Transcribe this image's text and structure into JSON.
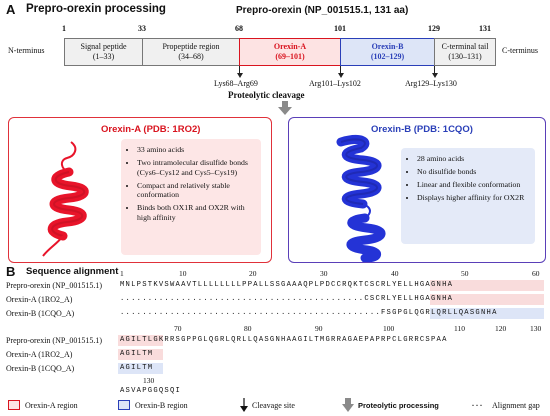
{
  "panel_a": {
    "letter": "A",
    "title": "Prepro-orexin processing",
    "protein_label": "Prepro-orexin (NP_001515.1, 131 aa)",
    "n_terminus": "N-terminus",
    "c_terminus": "C-terminus",
    "ticks": [
      "1",
      "33",
      "68",
      "101",
      "129",
      "131"
    ],
    "segments": [
      {
        "name": "Signal peptide",
        "range": "(1–33)"
      },
      {
        "name": "Propeptide region",
        "range": "(34–68)"
      },
      {
        "name": "Orexin-A",
        "range": "(69–101)"
      },
      {
        "name": "Orexin-B",
        "range": "(102–129)"
      },
      {
        "name": "C-terminal tail",
        "range": "(130–131)"
      }
    ],
    "cleavage_sites": [
      "Lys68–Arg69",
      "Arg101–Lys102",
      "Arg129–Lys130"
    ],
    "processing_label": "Proteolytic cleavage",
    "orexin_a": {
      "title": "Orexin-A (PDB: 1RO2)",
      "facts": [
        "33 amino acids",
        "Two intramolecular disulfide bonds (Cys6–Cys12 and Cys5–Cys19)",
        "Compact and relatively stable conformation",
        "Binds both OX1R and OX2R with high affinity"
      ]
    },
    "orexin_b": {
      "title": "Orexin-B (PDB: 1CQO)",
      "facts": [
        "28 amino acids",
        "No disulfide bonds",
        "Linear and flexible conformation",
        "Displays higher affinity for OX2R"
      ]
    },
    "colors": {
      "orexin_a": "#d9141f",
      "orexin_a_fill": "#fde6e6",
      "orexin_b": "#2a3fb8",
      "orexin_b_fill": "#e4eaf8",
      "helix_a": "#e8142a",
      "helix_b": "#2433d6"
    }
  },
  "panel_b": {
    "letter": "B",
    "title": "Sequence alignment",
    "block1": {
      "numbers": [
        "1",
        "10",
        "20",
        "30",
        "40",
        "50",
        "60"
      ],
      "rows": [
        {
          "name": "Prepro-orexin (NP_001515.1)",
          "seq": "MNLPSTKVSWAAVTLLLLLLLLPPALLSSGAAAQPLPDCCRQKTCSCRLYELLHGAGNHA"
        },
        {
          "name": "Orexin-A (1RO2_A)",
          "seq": "............................................CSCRLYELLHGAGNHA"
        },
        {
          "name": "Orexin-B (1CQO_A)",
          "seq": "...............................................FSGPGLQGRLQRLLQASGNHA"
        }
      ]
    },
    "block2": {
      "numbers": [
        "70",
        "80",
        "90",
        "100",
        "110",
        "120",
        "130"
      ],
      "rows": [
        {
          "name": "Prepro-orexin (NP_001515.1)",
          "seq": "AGILTLGKRRSGPPGLQGRLQRLLQASGNHAAGILTMGRRAGAEPAPRPCLGRRCSPAA"
        },
        {
          "name": "Orexin-A (1RO2_A)",
          "seq": "AGILTM"
        },
        {
          "name": "Orexin-B (1CQO_A)",
          "seq": "AGILTM"
        }
      ]
    },
    "block3": {
      "number": "130",
      "seq": "ASVAPGGQSQI"
    }
  },
  "legend": {
    "orexin_a": "Orexin-A region",
    "orexin_b": "Orexin-B region",
    "cleavage": "Cleavage site",
    "processing": "Proteolytic processing",
    "gap": "Alignment gap",
    "gap_symbol": ". . ."
  }
}
